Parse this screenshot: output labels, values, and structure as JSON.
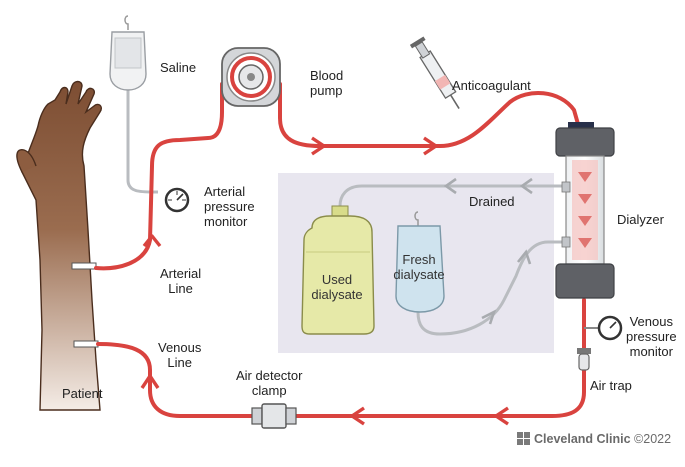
{
  "labels": {
    "saline": "Saline",
    "blood_pump": "Blood\npump",
    "anticoagulant": "Anticoagulant",
    "arterial_pressure_monitor": "Arterial\npressure\nmonitor",
    "drained": "Drained",
    "dialyzer": "Dialyzer",
    "arterial_line": "Arterial\nLine",
    "used_dialysate": "Used\ndialysate",
    "fresh_dialysate": "Fresh\ndialysate",
    "venous_pressure_monitor": "Venous\npressure\nmonitor",
    "venous_line": "Venous\nLine",
    "air_detector_clamp": "Air detector\nclamp",
    "air_trap": "Air trap",
    "patient": "Patient"
  },
  "credit": {
    "brand": "Cleveland Clinic",
    "year": "©2022"
  },
  "colors": {
    "blood_red": "#d9433f",
    "blood_dark": "#b8282a",
    "tube_gray": "#b9bcc0",
    "panel": "#e8e6ef",
    "skin": "#8a5a3c",
    "used_fluid": "#e6e9a8",
    "fresh_fluid": "#cfe3ee"
  }
}
